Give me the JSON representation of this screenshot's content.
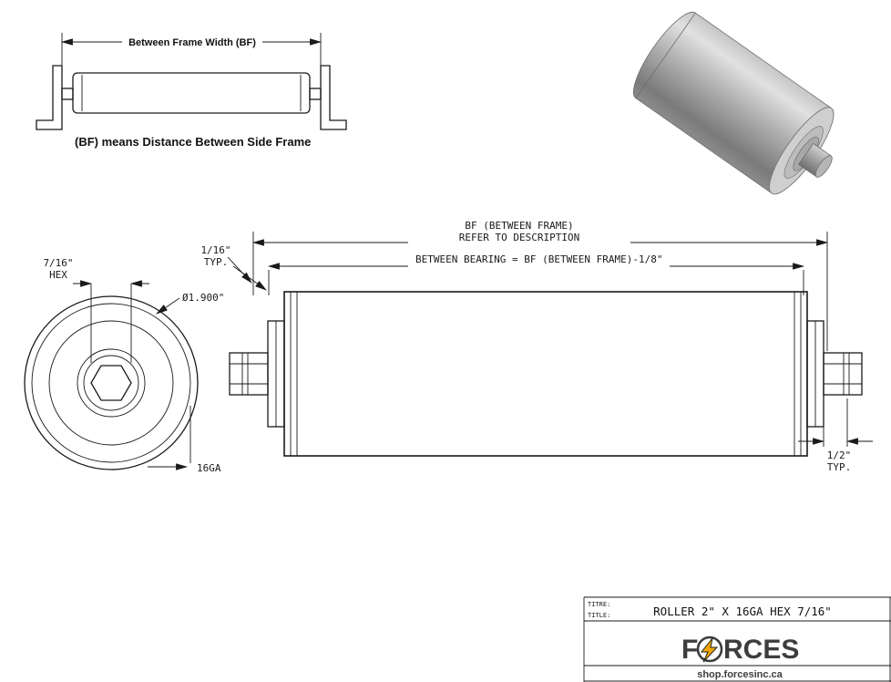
{
  "frame_diagram": {
    "dim_label": "Between Frame Width (BF)",
    "caption": "(BF) means Distance Between Side Frame"
  },
  "end_view": {
    "hex_size": "7/16\"",
    "hex_word": "HEX",
    "diameter": "Ø1.900\"",
    "gauge": "16GA"
  },
  "side_view": {
    "bf_line1": "BF (BETWEEN FRAME)",
    "bf_line2": "REFER TO DESCRIPTION",
    "bearing_formula": "BETWEEN BEARING = BF (BETWEEN FRAME)-1/8\"",
    "gap_size": "1/16\"",
    "gap_typ": "TYP.",
    "shaft_size": "1/2\"",
    "shaft_typ": "TYP."
  },
  "title_block": {
    "label_fr": "TITRE:",
    "label_en": "TITLE:",
    "title": "ROLLER 2\" X 16GA HEX 7/16\"",
    "brand_f": "F",
    "brand_rces": "RCES",
    "website": "shop.forcesinc.ca",
    "bolt_color": "#f0a500",
    "brand_color": "#3d3d3d"
  }
}
